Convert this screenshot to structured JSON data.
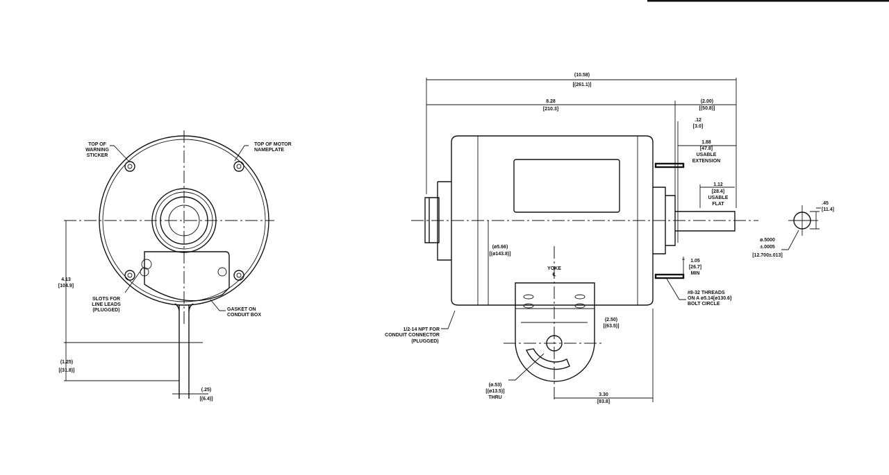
{
  "end_view": {
    "warning_sticker": [
      "TOP OF",
      "WARNING",
      "STICKER"
    ],
    "motor_nameplate": [
      "TOP OF MOTOR",
      "NAMEPLATE"
    ],
    "slots": [
      "SLOTS FOR",
      "LINE LEADS",
      "(PLUGGED)"
    ],
    "gasket": [
      "GASKET ON",
      "CONDUIT BOX"
    ],
    "dim_height": [
      "4.13",
      "[104.9]"
    ],
    "dim_lead": [
      "(1.25)",
      "[(31.8)]"
    ],
    "dim_lead_width": [
      "(.25)",
      "[(6.4)]"
    ]
  },
  "side_view": {
    "overall_length": [
      "(10.58)",
      "[(261.1)]"
    ],
    "body_length": [
      "8.28",
      "[210.3]"
    ],
    "shaft_length": [
      "(2.00)",
      "[(50.8)]"
    ],
    "shoulder": [
      ".12",
      "[3.0]"
    ],
    "usable_extension": [
      "1.88",
      "[47.8]",
      "USABLE",
      "EXTENSION"
    ],
    "usable_flat": [
      "1.12",
      "[28.4]",
      "USABLE",
      "FLAT"
    ],
    "diameter": [
      "(ø5.66)",
      "[(ø143.8)]"
    ],
    "yoke": [
      "YOKE",
      "℄"
    ],
    "stud_min": [
      "1.05",
      "[26.7]",
      "MIN"
    ],
    "threads": [
      "#8-32 THREADS",
      "ON A ø5.14[ø130.6]",
      "BOLT CIRCLE"
    ],
    "conduit": [
      "1/2-14 NPT FOR",
      "CONDUIT CONNECTOR",
      "(PLUGGED)"
    ],
    "foot_height": [
      "(2.50)",
      "[(63.5)]"
    ],
    "hole": [
      "(ø.53)",
      "[(ø13.5)]",
      "THRU"
    ],
    "foot_offset": [
      "3.30",
      "[83.8]"
    ]
  },
  "shaft_section": {
    "flat": [
      ".45",
      "[11.4]"
    ],
    "diameter": [
      "ø.5000",
      "±.0005",
      "[12.700±.013]"
    ]
  }
}
